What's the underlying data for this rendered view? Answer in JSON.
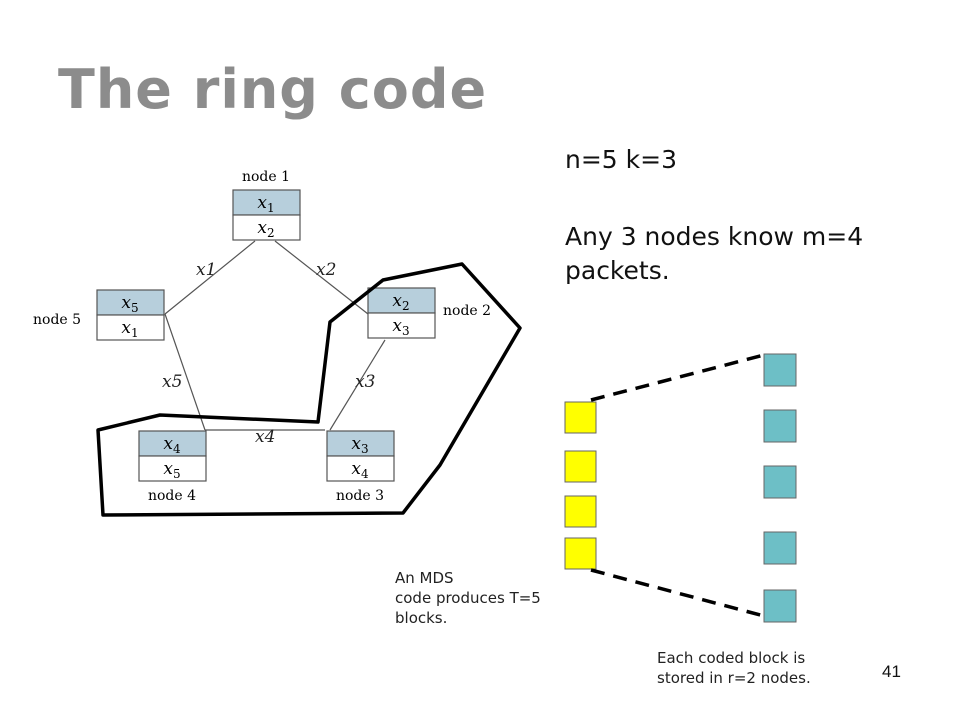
{
  "title": "The ring code",
  "info": {
    "params": "n=5 k=3",
    "statement_line1": "Any 3 nodes know m=4",
    "statement_line2": "packets."
  },
  "nodes": [
    {
      "label": "node 1",
      "top": "x1",
      "bottom": "x2"
    },
    {
      "label": "node 2",
      "top": "x2",
      "bottom": "x3"
    },
    {
      "label": "node 3",
      "top": "x3",
      "bottom": "x4"
    },
    {
      "label": "node 4",
      "top": "x4",
      "bottom": "x5"
    },
    {
      "label": "node 5",
      "top": "x5",
      "bottom": "x1"
    }
  ],
  "edges": [
    "x1",
    "x2",
    "x3",
    "x4",
    "x5"
  ],
  "mds_caption": {
    "line1": "An MDS",
    "line2": "code produces T=5",
    "line3": "blocks."
  },
  "coded_caption": {
    "line1": "Each coded block is",
    "line2": "stored in r=2 nodes."
  },
  "page_number": "41",
  "colors": {
    "cell_fill": "#b7cfdc",
    "source_block": "#ffff00",
    "coded_block": "#6dbfc6",
    "title": "#8c8c8c"
  }
}
